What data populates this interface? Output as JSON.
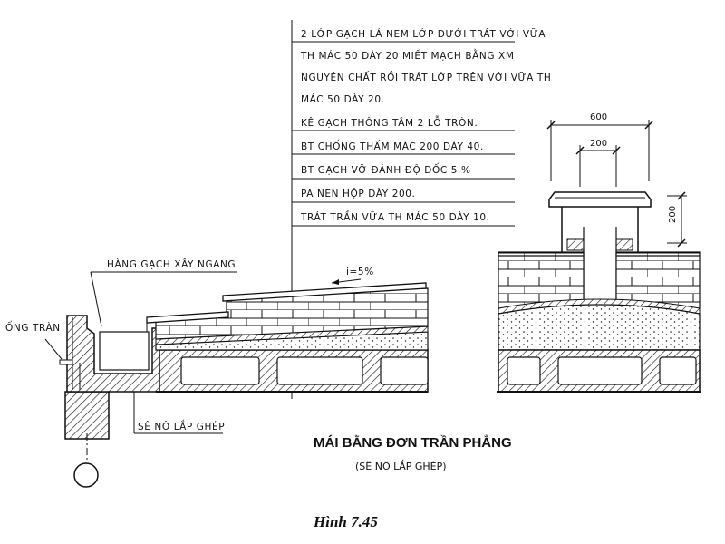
{
  "notes": {
    "layer1_line1": "2 LỚP GẠCH LÁ NEM LỚP DƯỚI TRÁT VỚI VỮA",
    "layer1_line2": "TH MÁC 50 DÀY 20 MIẾT MẠCH BẰNG XM",
    "layer1_line3": "NGUYÊN CHẤT RỒI TRÁT LỚP TRÊN VỚI VỮA TH",
    "layer1_line4": "MÁC 50 DÀY 20.",
    "layer2": "KÊ GẠCH THÔNG TÂM 2 LỖ TRÒN.",
    "layer3": "BT CHỐNG THẤM MÁC 200 DÀY 40.",
    "layer4": "BT GẠCH VỠ ĐÁNH ĐỘ DỐC 5 %",
    "layer5": "PA NEN HỘP DÀY 200.",
    "layer6": "TRÁT TRẦN VỮA TH MÁC 50 DÀY 10."
  },
  "labels": {
    "hang_gach": "HÀNG GẠCH XÂY NGANG",
    "ong_tran": "ỐNG TRÀN",
    "slope": "i=5%",
    "se_no": "SÊ NÔ LẮP GHÉP"
  },
  "dimensions": {
    "width_outer": "600",
    "width_inner": "200",
    "height": "200"
  },
  "title": {
    "main": "MÁI BẰNG ĐƠN TRẦN PHẲNG",
    "sub": "(SÊ NÔ LẮP GHÉP)"
  },
  "caption": "Hình 7.45"
}
